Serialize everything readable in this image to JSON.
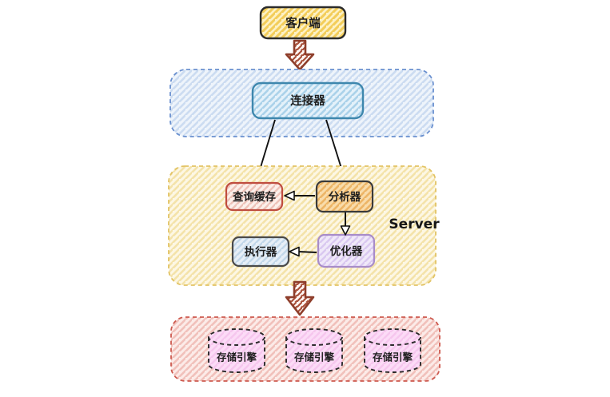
{
  "diagram": {
    "client": {
      "label": "客户端"
    },
    "connector_layer": {
      "connector": {
        "label": "连接器"
      }
    },
    "server_layer": {
      "label": "Server",
      "query_cache": {
        "label": "查询缓存"
      },
      "analyzer": {
        "label": "分析器"
      },
      "executor": {
        "label": "执行器"
      },
      "optimizer": {
        "label": "优化器"
      }
    },
    "storage_layer": {
      "engines": [
        {
          "label": "存储引擎"
        },
        {
          "label": "存储引擎"
        },
        {
          "label": "存储引擎"
        }
      ]
    },
    "edges": [
      {
        "from": "客户端",
        "to": "连接器"
      },
      {
        "from": "连接器",
        "to": "查询缓存"
      },
      {
        "from": "连接器",
        "to": "分析器"
      },
      {
        "from": "分析器",
        "to": "查询缓存"
      },
      {
        "from": "分析器",
        "to": "优化器"
      },
      {
        "from": "优化器",
        "to": "执行器"
      },
      {
        "from": "Server",
        "to": "存储引擎"
      }
    ],
    "colors": {
      "client_border": "#2b2b2b",
      "flow_arrow": "#8e3e2b",
      "connector_layer_border": "#6a90cf",
      "connector_border": "#3e87ad",
      "server_layer_border": "#e2c364",
      "query_cache_border": "#bf4d3f",
      "analyzer_border": "#3a3a3a",
      "executor_border": "#4a4a4a",
      "optimizer_border": "#a88cc9",
      "storage_layer_border": "#cd5a4f",
      "cylinder_border": "#2a2a2a",
      "text": "#1f1f1f"
    }
  }
}
